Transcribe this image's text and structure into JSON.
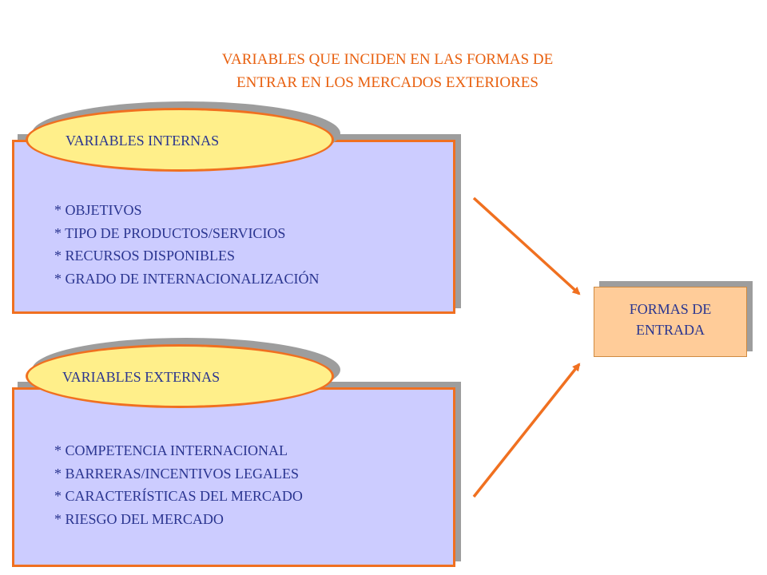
{
  "title": {
    "line1": "VARIABLES QUE INCIDEN EN LAS FORMAS DE",
    "line2": "ENTRAR EN LOS MERCADOS EXTERIORES"
  },
  "internal": {
    "label": "VARIABLES INTERNAS",
    "items": [
      "* OBJETIVOS",
      "* TIPO DE PRODUCTOS/SERVICIOS",
      "* RECURSOS DISPONIBLES",
      "* GRADO DE INTERNACIONALIZACIÓN"
    ]
  },
  "external": {
    "label": "VARIABLES EXTERNAS",
    "items": [
      "* COMPETENCIA INTERNACIONAL",
      "* BARRERAS/INCENTIVOS LEGALES",
      "* CARACTERÍSTICAS DEL MERCADO",
      "* RIESGO DEL MERCADO"
    ]
  },
  "result": {
    "line1": "FORMAS DE",
    "line2": "ENTRADA"
  },
  "colors": {
    "accent": "#f07020",
    "text": "#2a3590",
    "panel": "#ccccff",
    "oval": "#ffef8a",
    "result_box": "#ffcc99"
  }
}
